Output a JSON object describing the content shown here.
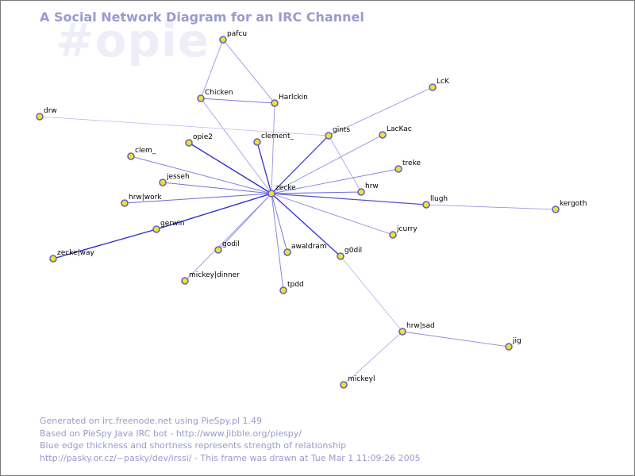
{
  "title": "A Social Network Diagram for an IRC Channel",
  "channel": "#opie",
  "footer": [
    "Generated on irc.freenode.net using PieSpy.pl 1.49",
    "Based on PieSpy Java IRC bot - http://www.jibble.org/piespy/",
    "Blue edge thickness and shortness represents strength of relationship",
    "http://pasky.or.cz/~pasky/dev/irssi/ - This frame was drawn at Tue Mar  1 11:09:26 2005"
  ],
  "colors": {
    "title": "#9a9acd",
    "watermark": "#eeeef9",
    "node_fill": "#f0e22a",
    "node_stroke": "#6262c8",
    "edge_strong": "#1c1cc8",
    "edge_weak": "#c6c6ee"
  },
  "nodes": [
    {
      "id": "pafcu",
      "label": "pafcu"
    },
    {
      "id": "chicken",
      "label": "Chicken"
    },
    {
      "id": "harlckin",
      "label": "Harlckin"
    },
    {
      "id": "lck",
      "label": "LcK"
    },
    {
      "id": "drw",
      "label": "drw"
    },
    {
      "id": "opie2",
      "label": "opie2"
    },
    {
      "id": "clement",
      "label": "clement_"
    },
    {
      "id": "gints",
      "label": "gints"
    },
    {
      "id": "lackac",
      "label": "LacKac"
    },
    {
      "id": "clem",
      "label": "clem_"
    },
    {
      "id": "treke",
      "label": "treke"
    },
    {
      "id": "jesseh",
      "label": "jesseh"
    },
    {
      "id": "zecke",
      "label": "zecke"
    },
    {
      "id": "hrw",
      "label": "hrw"
    },
    {
      "id": "hrwwork",
      "label": "hrw|work"
    },
    {
      "id": "llugh",
      "label": "llugh"
    },
    {
      "id": "kergoth",
      "label": "kergoth"
    },
    {
      "id": "gerwin",
      "label": "gerwin"
    },
    {
      "id": "jcurry",
      "label": "jcurry"
    },
    {
      "id": "zeckeway",
      "label": "zecke|way"
    },
    {
      "id": "godil",
      "label": "godil"
    },
    {
      "id": "awaldram",
      "label": "awaldram"
    },
    {
      "id": "g0dil",
      "label": "g0dil"
    },
    {
      "id": "mickeydinner",
      "label": "mickey|dinner"
    },
    {
      "id": "tpdd",
      "label": "tpdd"
    },
    {
      "id": "hrwsad",
      "label": "hrw|sad"
    },
    {
      "id": "jig",
      "label": "jig"
    },
    {
      "id": "mickeyl",
      "label": "mickeyl"
    }
  ],
  "edges": [
    {
      "source": "zecke",
      "target": "opie2",
      "strength": 0.9
    },
    {
      "source": "zecke",
      "target": "clement",
      "strength": 0.85
    },
    {
      "source": "zecke",
      "target": "gints",
      "strength": 0.75
    },
    {
      "source": "zecke",
      "target": "gerwin",
      "strength": 0.9
    },
    {
      "source": "zecke",
      "target": "g0dil",
      "strength": 0.85
    },
    {
      "source": "zecke",
      "target": "llugh",
      "strength": 0.7
    },
    {
      "source": "zecke",
      "target": "hrwwork",
      "strength": 0.5
    },
    {
      "source": "zecke",
      "target": "jesseh",
      "strength": 0.5
    },
    {
      "source": "zecke",
      "target": "clem",
      "strength": 0.4
    },
    {
      "source": "zecke",
      "target": "hrw",
      "strength": 0.5
    },
    {
      "source": "zecke",
      "target": "treke",
      "strength": 0.4
    },
    {
      "source": "zecke",
      "target": "lackac",
      "strength": 0.35
    },
    {
      "source": "zecke",
      "target": "jcurry",
      "strength": 0.35
    },
    {
      "source": "zecke",
      "target": "awaldram",
      "strength": 0.45
    },
    {
      "source": "zecke",
      "target": "godil",
      "strength": 0.4
    },
    {
      "source": "zecke",
      "target": "mickeydinner",
      "strength": 0.3
    },
    {
      "source": "zecke",
      "target": "tpdd",
      "strength": 0.4
    },
    {
      "source": "zecke",
      "target": "chicken",
      "strength": 0.25
    },
    {
      "source": "zecke",
      "target": "harlckin",
      "strength": 0.3
    },
    {
      "source": "gerwin",
      "target": "zeckeway",
      "strength": 0.9
    },
    {
      "source": "llugh",
      "target": "kergoth",
      "strength": 0.3
    },
    {
      "source": "gints",
      "target": "lck",
      "strength": 0.3
    },
    {
      "source": "gints",
      "target": "hrw",
      "strength": 0.2
    },
    {
      "source": "gints",
      "target": "drw",
      "strength": 0.1
    },
    {
      "source": "pafcu",
      "target": "chicken",
      "strength": 0.3
    },
    {
      "source": "pafcu",
      "target": "harlckin",
      "strength": 0.3
    },
    {
      "source": "chicken",
      "target": "harlckin",
      "strength": 0.45
    },
    {
      "source": "g0dil",
      "target": "hrwsad",
      "strength": 0.15
    },
    {
      "source": "hrwsad",
      "target": "jig",
      "strength": 0.35
    },
    {
      "source": "hrwsad",
      "target": "mickeyl",
      "strength": 0.25
    }
  ]
}
